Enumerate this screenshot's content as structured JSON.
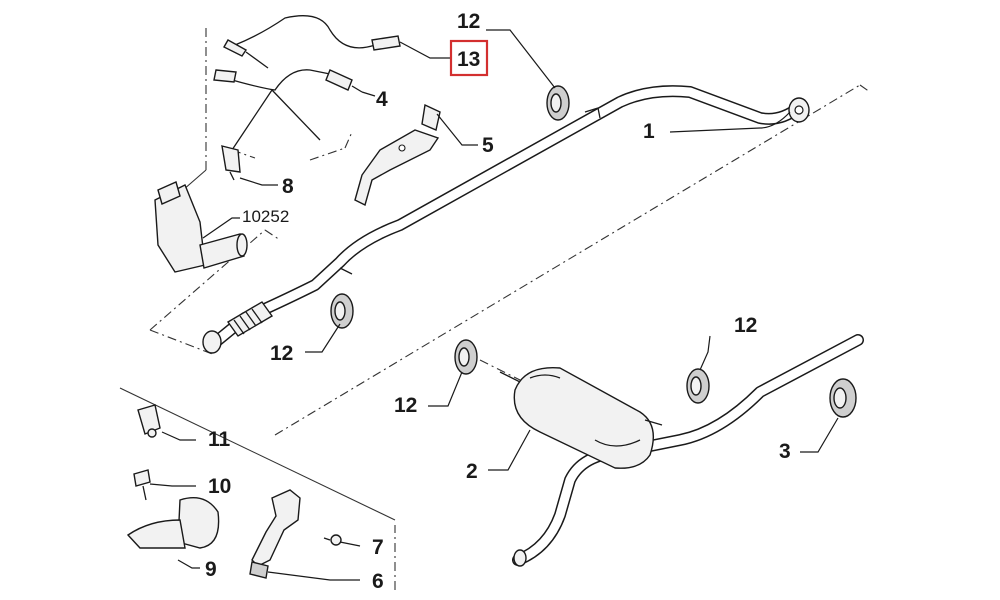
{
  "callouts": {
    "part_1": "1",
    "part_2": "2",
    "part_3": "3",
    "part_4": "4",
    "part_5": "5",
    "part_6": "6",
    "part_7": "7",
    "part_8": "8",
    "part_9": "9",
    "part_10": "10",
    "part_11": "11",
    "part_12_top": "12",
    "part_12_left": "12",
    "part_12_mid": "12",
    "part_12_right": "12",
    "part_13": "13",
    "ref_10252": "10252"
  },
  "highlight": {
    "part": "13",
    "color": "#d32f2f"
  }
}
